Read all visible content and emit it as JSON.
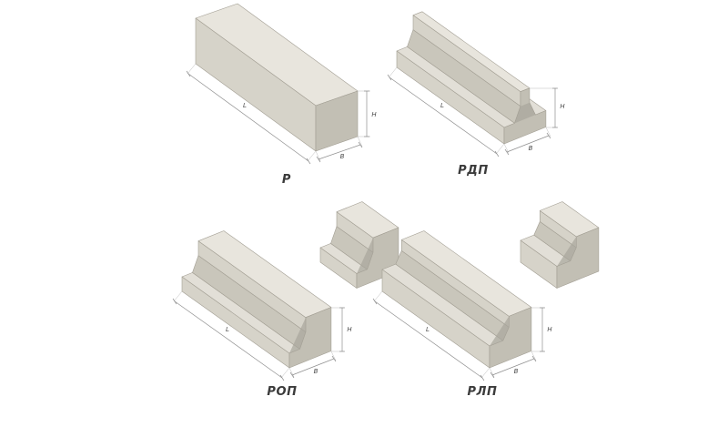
{
  "figures": {
    "r": {
      "label": "Р",
      "dims": {
        "length": "L",
        "height": "H",
        "width": "B"
      }
    },
    "rdp": {
      "label": "РДП",
      "dims": {
        "length": "L",
        "height": "H",
        "width": "B"
      }
    },
    "rop": {
      "label": "РОП",
      "dims": {
        "length": "L",
        "height": "H",
        "width": "B"
      }
    },
    "rlp": {
      "label": "РЛП",
      "dims": {
        "length": "L",
        "height": "H",
        "width": "B"
      }
    }
  },
  "colors": {
    "background": "#ffffff",
    "beam_top": "#e8e5dd",
    "beam_side": "#d6d3c9",
    "beam_end": "#c2bfb4",
    "beam_notch_shadow": "#a8a59b",
    "dimension_line": "#8f8f8f",
    "label_text": "#3b3b3b"
  }
}
